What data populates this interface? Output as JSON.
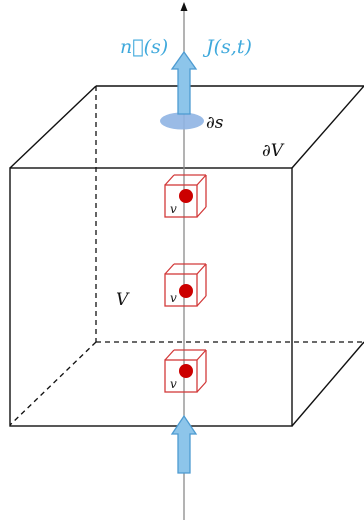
{
  "labels": {
    "normal": "n⃗(s)",
    "flux": "J(s,t)",
    "surface_element": "∂s",
    "boundary": "∂V",
    "volume": "V",
    "small_volume": "v"
  },
  "small_cube_count": 3,
  "colors": {
    "arrow": "#8dc5ea",
    "arrow_stroke": "#4d9bd1",
    "surface_patch": "#8fb4e3",
    "label_blue": "#3fa9dc",
    "cube_edge": "#d23a3a",
    "particle": "#cc0000",
    "box_edge": "#111111"
  },
  "icons": {
    "axis": "vertical-axis-arrow",
    "flux_arrow": "block-arrow-up"
  }
}
